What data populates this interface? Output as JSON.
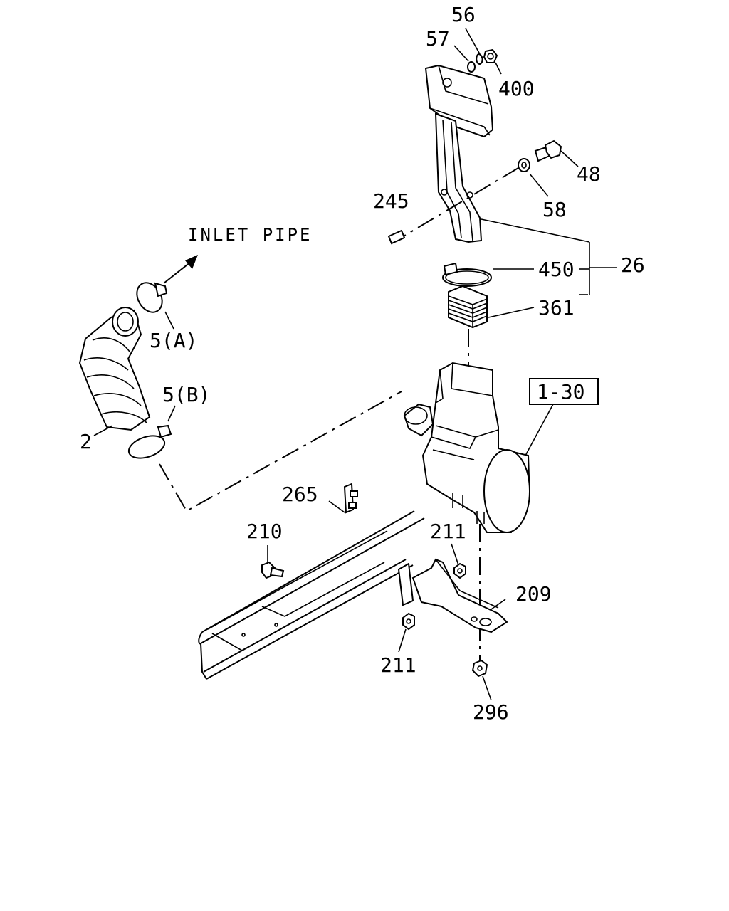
{
  "labels": {
    "inlet_pipe": "INLET PIPE",
    "p56": "56",
    "p57": "57",
    "p400": "400",
    "p48": "48",
    "p58": "58",
    "p245": "245",
    "p26": "26",
    "p450": "450",
    "p361": "361",
    "p5a": "5(A)",
    "p5b": "5(B)",
    "p2": "2",
    "p1_30": "1-30",
    "p265": "265",
    "p210": "210",
    "p211_top": "211",
    "p209": "209",
    "p211_bottom": "211",
    "p296": "296"
  }
}
